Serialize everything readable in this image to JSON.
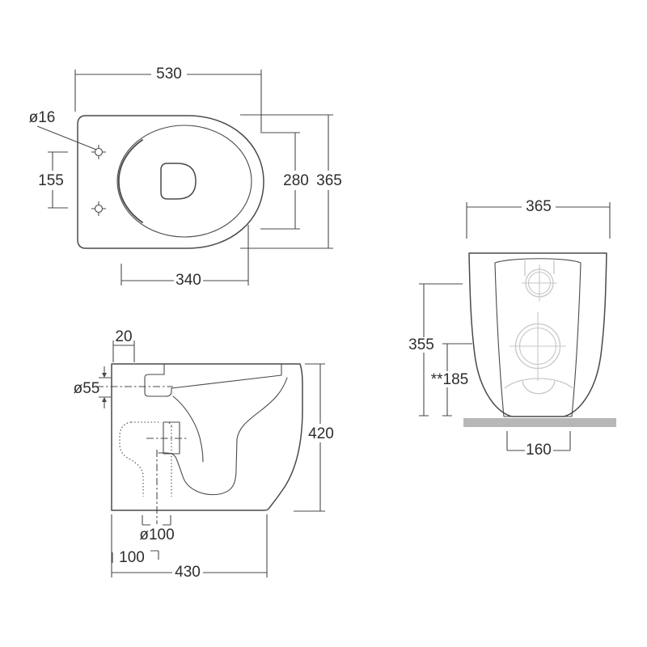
{
  "colors": {
    "bg": "#ffffff",
    "line": "#4a4a4a",
    "text": "#2d2d2d",
    "detail": "#c7c7c7",
    "floor": "#b7b7b7"
  },
  "top_view": {
    "dims": {
      "overall_width": "530",
      "fixing_hole_diameter": "ø16",
      "fixing_hole_spacing": "155",
      "bowl_inner_depth": "280",
      "overall_depth": "365",
      "bowl_length": "340"
    }
  },
  "side_view": {
    "dims": {
      "rear_offset": "20",
      "outlet_diameter": "ø55",
      "overall_height": "420",
      "floor_outlet_diameter": "ø100",
      "outlet_setout": "100",
      "overall_depth": "430"
    }
  },
  "front_view": {
    "dims": {
      "overall_width": "365",
      "rim_height": "355",
      "outlet_height": "**185",
      "base_width": "160"
    }
  }
}
